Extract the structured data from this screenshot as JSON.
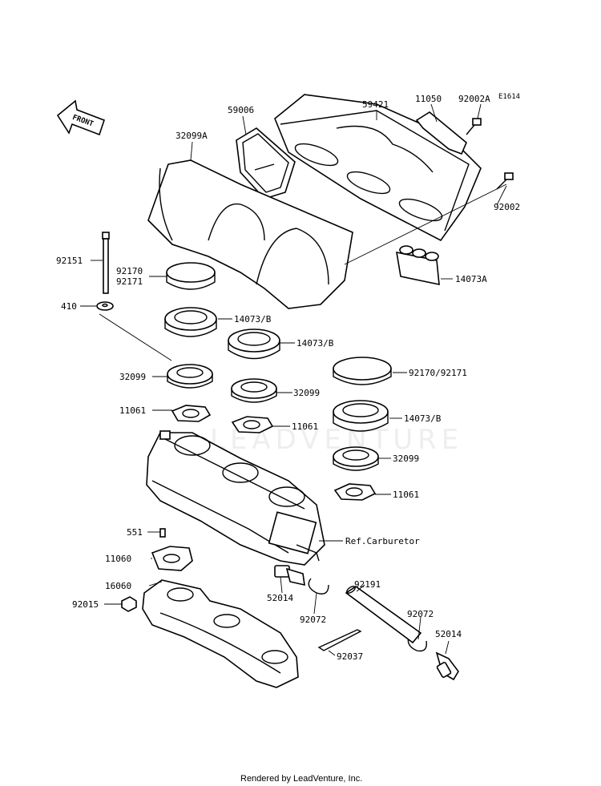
{
  "diagram_code": "E1614",
  "front_label": "FRONT",
  "watermark": "LEADVENTURE",
  "footer": "Rendered by LeadVenture, Inc.",
  "labels": {
    "p32099A": "32099A",
    "p59006": "59006",
    "p59421": "59421",
    "p11050": "11050",
    "p92002A": "92002A",
    "p92002": "92002",
    "p92151": "92151",
    "p92170_92171_a": "92170",
    "p92171_a": "92171",
    "p14073A": "14073A",
    "p410": "410",
    "p14073B_1": "14073/B",
    "p14073B_2": "14073/B",
    "p14073B_3": "14073/B",
    "p32099_1": "32099",
    "p32099_2": "32099",
    "p32099_3": "32099",
    "p92170_92171_b": "92170/92171",
    "p11061_1": "11061",
    "p11061_2": "11061",
    "p11061_3": "11061",
    "p551": "551",
    "ref_carb": "Ref.Carburetor",
    "p11060": "11060",
    "p16060": "16060",
    "p92015": "92015",
    "p52014_1": "52014",
    "p52014_2": "52014",
    "p92072_1": "92072",
    "p92072_2": "92072",
    "p92191": "92191",
    "p92037": "92037"
  }
}
